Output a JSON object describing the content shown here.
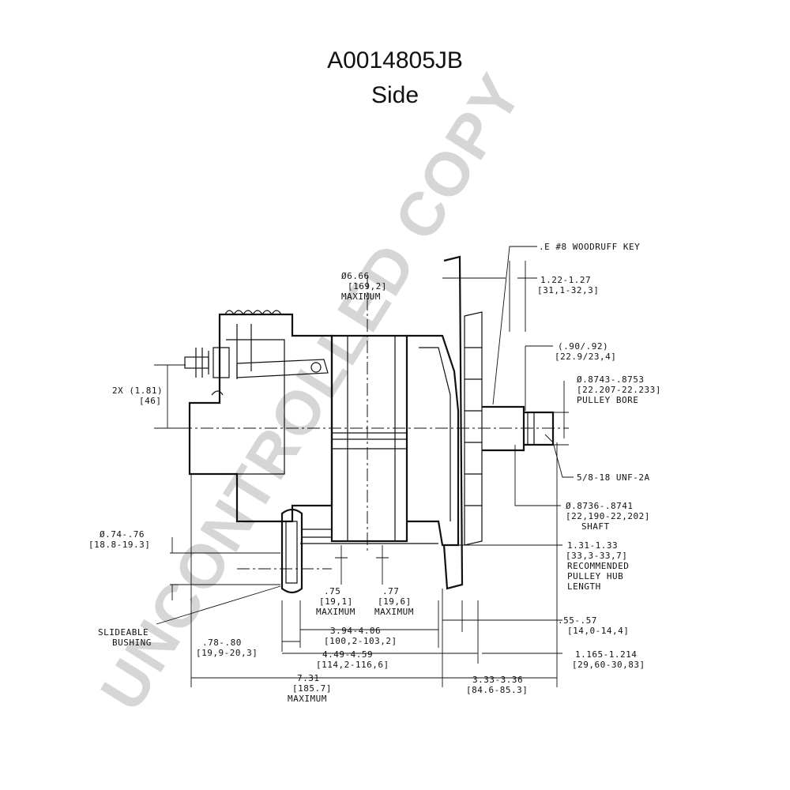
{
  "header": {
    "part_number": "A0014805JB",
    "view": "Side"
  },
  "watermark": "UNCONTROLLED COPY",
  "callouts": {
    "woodruff_key": ".E #8 WOODRUFF KEY",
    "max_dia": [
      "Ø6.66",
      "[169,2]",
      "MAXIMUM"
    ],
    "hub_1": [
      "1.22-1.27",
      "[31,1-32,3]"
    ],
    "hub_2": [
      "(.90/.92)",
      "[22.9/23,4]"
    ],
    "pulley_bore": [
      "Ø.8743-.8753",
      "[22.207-22.233]",
      "PULLEY BORE"
    ],
    "mount_2x": [
      "2X (1.81)",
      "[46]"
    ],
    "thread": "5/8-18 UNF-2A",
    "shaft": [
      "Ø.8736-.8741",
      "[22,190-22,202]",
      "SHAFT"
    ],
    "bushing_dia": [
      "Ø.74-.76",
      "[18.8-19.3]"
    ],
    "rec_hub": [
      "1.31-1.33",
      "[33,3-33,7]",
      "RECOMMENDED",
      "PULLEY HUB",
      "LENGTH"
    ],
    "dim_75": [
      ".75",
      "[19,1]",
      "MAXIMUM"
    ],
    "dim_77": [
      ".77",
      "[19,6]",
      "MAXIMUM"
    ],
    "slideable": [
      "SLIDEABLE",
      "BUSHING"
    ],
    "dim_55": [
      ".55-.57",
      "[14,0-14,4]"
    ],
    "dim_394": [
      "3.94-4.06",
      "[100,2-103,2]"
    ],
    "dim_78": [
      ".78-.80",
      "[19,9-20,3]"
    ],
    "dim_449": [
      "4.49-4.59",
      "[114,2-116,6]"
    ],
    "dim_1165": [
      "1.165-1.214",
      "[29,60-30,83]"
    ],
    "dim_731": [
      "7.31",
      "[185.7]",
      "MAXIMUM"
    ],
    "dim_333": [
      "3.33-3.36",
      "[84.6-85.3]"
    ]
  }
}
